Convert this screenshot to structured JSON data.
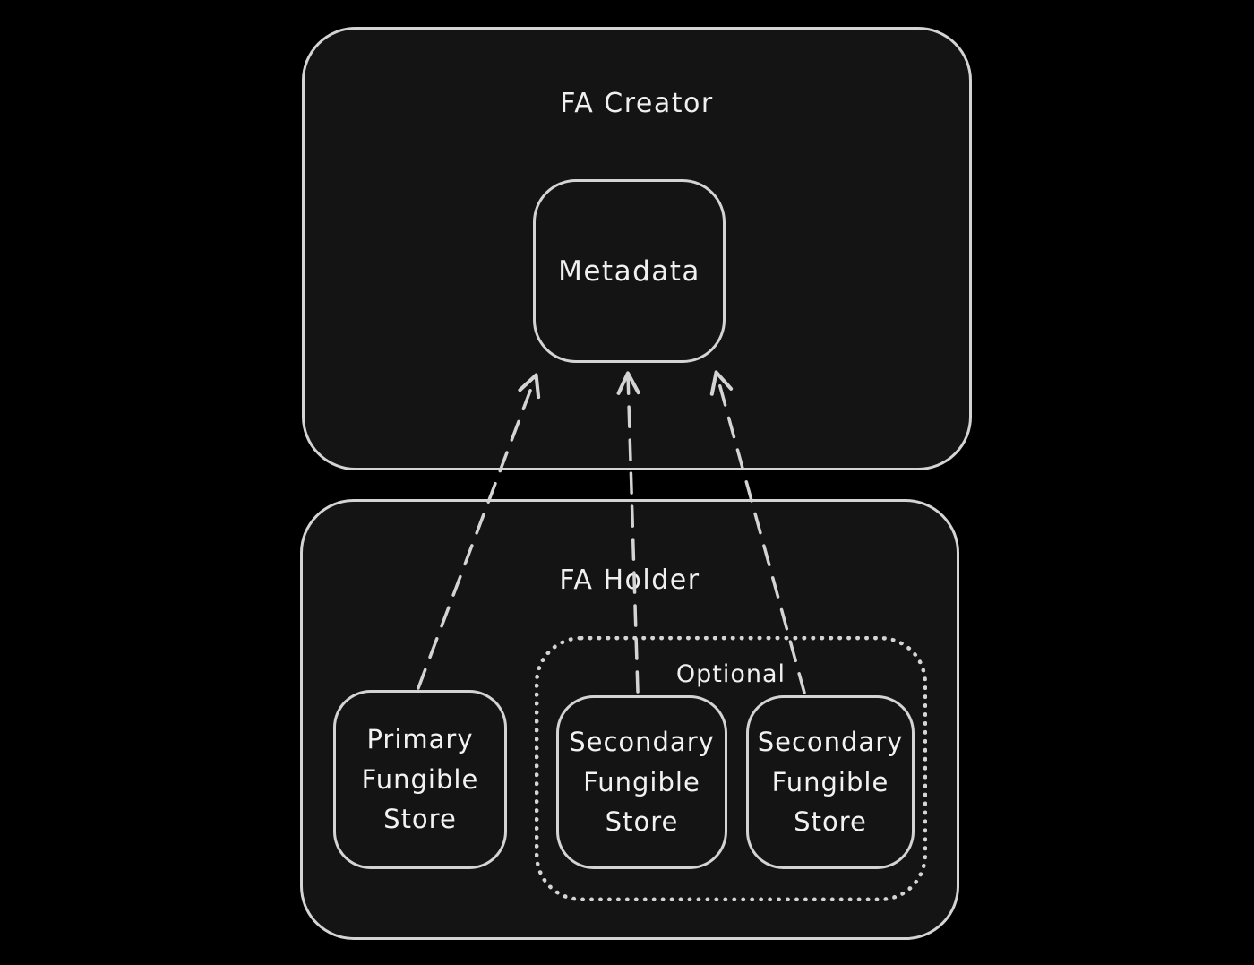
{
  "diagram": {
    "creator": {
      "label": "FA Creator",
      "metadata": {
        "label": "Metadata"
      }
    },
    "holder": {
      "label": "FA Holder",
      "primary_store": {
        "lines": [
          "Primary",
          "Fungible",
          "Store"
        ]
      },
      "optional": {
        "label": "Optional",
        "secondary_store_1": {
          "lines": [
            "Secondary",
            "Fungible",
            "Store"
          ]
        },
        "secondary_store_2": {
          "lines": [
            "Secondary",
            "Fungible",
            "Store"
          ]
        }
      }
    },
    "arrows": [
      {
        "from": "primary-fungible-store",
        "to": "metadata",
        "style": "dashed"
      },
      {
        "from": "secondary-fungible-store-1",
        "to": "metadata",
        "style": "dashed"
      },
      {
        "from": "secondary-fungible-store-2",
        "to": "metadata",
        "style": "dashed"
      }
    ],
    "colors": {
      "background": "#000000",
      "stroke": "#d4d4d4",
      "text": "#f0f0f0",
      "box_fill": "#141414"
    }
  }
}
